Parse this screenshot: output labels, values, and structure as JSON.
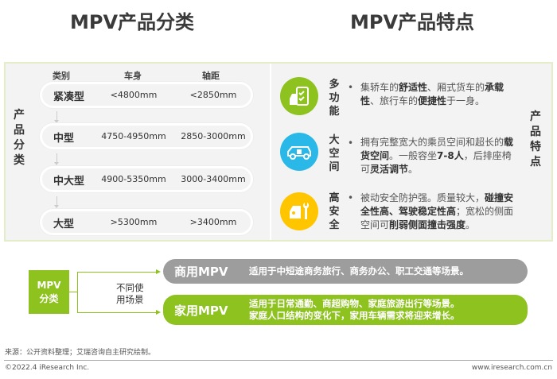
{
  "left_title": "MPV产品分类",
  "right_title": "MPV产品特点",
  "classification": {
    "side_label": [
      "产",
      "品",
      "分",
      "类"
    ],
    "headers": [
      "类别",
      "车身",
      "轴距"
    ],
    "rows": [
      {
        "category": "紧凑型",
        "body": "<4800mm",
        "wheelbase": "<2850mm"
      },
      {
        "category": "中型",
        "body": "4750-4950mm",
        "wheelbase": "2850-3000mm"
      },
      {
        "category": "中大型",
        "body": "4900-5350mm",
        "wheelbase": "3000-3400mm"
      },
      {
        "category": "大型",
        "body": ">5300mm",
        "wheelbase": ">3400mm"
      }
    ]
  },
  "features": {
    "side_label": [
      "产",
      "品",
      "特",
      "点"
    ],
    "items": [
      {
        "icon": "clipboard-car-icon",
        "color": "#8dc21f",
        "label": [
          "多",
          "功",
          "能"
        ],
        "segments": [
          [
            "集轿车的",
            false
          ],
          [
            "舒适性",
            true
          ],
          [
            "、厢式货车的",
            false
          ],
          [
            "承载性",
            true
          ],
          [
            "、旅行车的",
            false
          ],
          [
            "便捷性",
            true
          ],
          [
            "于一身。",
            false
          ]
        ]
      },
      {
        "icon": "car-space-icon",
        "color": "#29b8e8",
        "label": [
          "大",
          "空",
          "间"
        ],
        "segments": [
          [
            "拥有完整宽大的乘员空间和超长的",
            false
          ],
          [
            "载货空间",
            true
          ],
          [
            "。一般容坐",
            false
          ],
          [
            "7-8人",
            true
          ],
          [
            "，后排座椅可",
            false
          ],
          [
            "灵活调节",
            true
          ],
          [
            "。",
            false
          ]
        ]
      },
      {
        "icon": "car-wrench-icon",
        "color": "#ffc600",
        "label": [
          "高",
          "安",
          "全"
        ],
        "segments": [
          [
            "被动安全防护强。质量较大，",
            false
          ],
          [
            "碰撞安全性高、驾驶稳定性高",
            true
          ],
          [
            "；宽松的侧面空间可",
            false
          ],
          [
            "削弱侧面撞击强度",
            true
          ],
          [
            "。",
            false
          ]
        ]
      }
    ]
  },
  "usage": {
    "box_label": [
      "MPV",
      "分类"
    ],
    "connector_label": [
      "不同使",
      "用场景"
    ],
    "commercial": {
      "name": "商用MPV",
      "desc": [
        "适用于中短途商务旅行、商务办公、职工交通等场景。"
      ],
      "color": "#9d9d9d"
    },
    "family": {
      "name": "家用MPV",
      "desc": [
        "适用于日常通勤、商超购物、家庭旅游出行等场景。",
        "家庭人口结构的变化下，家用车辆需求将迎来增长。"
      ],
      "color": "#8dc21f"
    }
  },
  "footer": {
    "source": "来源：公开资料整理；艾瑞咨询自主研究绘制。",
    "copyright": "©2022.4 iResearch Inc.",
    "website": "www.iresearch.com.cn"
  }
}
